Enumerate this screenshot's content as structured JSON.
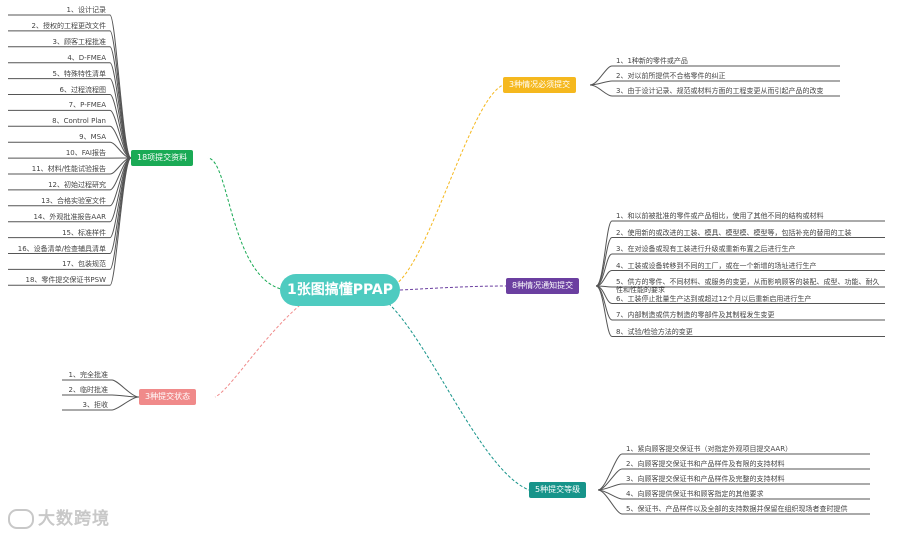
{
  "root": {
    "label": "1张图搞懂PPAP",
    "color": "#4ecbc0"
  },
  "branches": {
    "b18": {
      "label": "18项提交资料",
      "color": "#1aaa55"
    },
    "b3a": {
      "label": "3种情况必须提交",
      "color": "#f5b81e"
    },
    "b8": {
      "label": "8种情况通知提交",
      "color": "#6b3fa0"
    },
    "b3s": {
      "label": "3种提交状态",
      "color": "#f08a8a"
    },
    "b5": {
      "label": "5种提交等级",
      "color": "#17948a"
    }
  },
  "items18": [
    "1、设计记录",
    "2、授权的工程更改文件",
    "3、顾客工程批准",
    "4、D-FMEA",
    "5、特殊特性清单",
    "6、过程流程图",
    "7、P-FMEA",
    "8、Control Plan",
    "9、MSA",
    "10、FAI报告",
    "11、材料/性能试验报告",
    "12、初始过程研究",
    "13、合格实验室文件",
    "14、外观批准报告AAR",
    "15、标准样件",
    "16、设备清单/检查辅具清单",
    "17、包装规范",
    "18、零件提交保证书PSW"
  ],
  "items3a": [
    "1、1种新的零件或产品",
    "2、对以前所提供不合格零件的纠正",
    "3、由于设计记录、规范或材料方面的工程变更从而引起产品的改变"
  ],
  "items8": [
    "1、和以前被批准的零件或产品相比，使用了其他不同的结构或材料",
    "2、使用新的或改进的工装、模具、模型模、模型等，包括补充的替用的工装",
    "3、在对设备或现有工装进行升级或重新布置之后进行生产",
    "4、工装或设备转移到不同的工厂，或在一个新增的场址进行生产",
    "5、供方的零件、不同材料、或服务的变更，从而影响顾客的装配、成型、功能、耐久性和性能的要求",
    "6、工装停止批量生产达到或超过12个月以后重新启用进行生产",
    "7、内部制造或供方制造的零部件及其制程发生变更",
    "8、试验/检验方法的变更"
  ],
  "items3s": [
    "1、完全批准",
    "2、临时批准",
    "3、拒收"
  ],
  "items5": [
    "1、紧向顾客提交保证书（对指定外观项目提交AAR）",
    "2、向顾客提交保证书和产品样件及有限的支持材料",
    "3、向顾客提交保证书和产品样件及完整的支持材料",
    "4、向顾客提供保证书和顾客指定的其他要求",
    "5、保证书、产品样件以及全部的支持数据并保留在组织现场者查时提供"
  ],
  "watermark": "大数跨境"
}
